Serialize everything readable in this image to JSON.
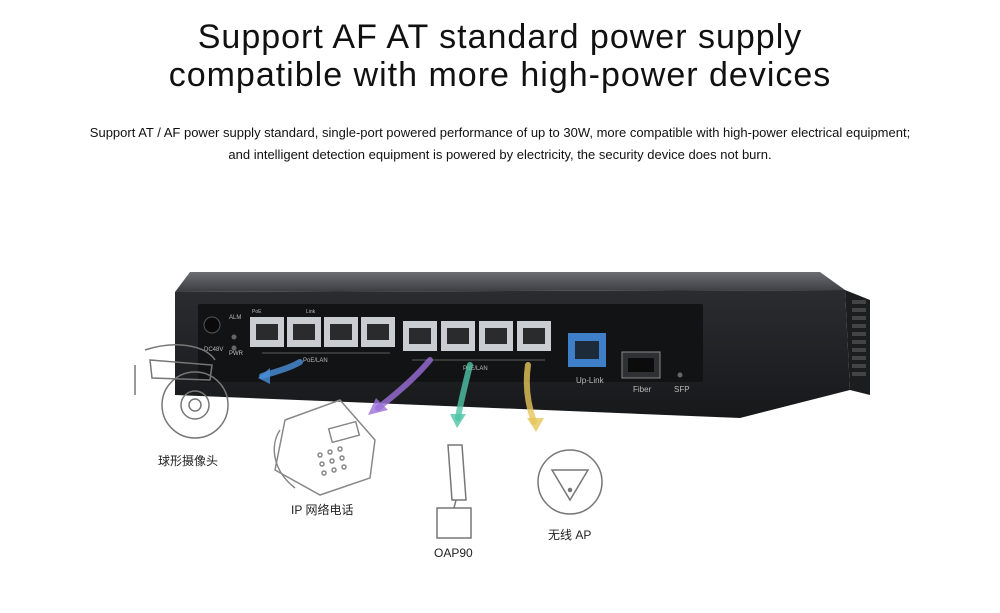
{
  "heading": {
    "line1": "Support AF AT standard power supply",
    "line2": "compatible with more high-power devices"
  },
  "description": {
    "line1": "Support AT / AF power supply standard, single-port powered performance of up to 30W, more compatible with high-power electrical equipment;",
    "line2": "and intelligent detection equipment is powered by electricity, the security device does not burn."
  },
  "switch_labels": {
    "dc": "DC48V",
    "alm": "ALM",
    "pwr": "PWR",
    "poe": "PoE",
    "link": "Link",
    "poe_lan_1": "PoE/LAN",
    "poe_lan_2": "PoE/LAN",
    "uplink": "Up-Link",
    "fiber": "Fiber",
    "sfp": "SFP"
  },
  "devices": {
    "dome_camera": "球形摄像头",
    "ip_phone": "IP 网络电话",
    "outdoor_ap": "OAP90",
    "wireless_ap": "无线 AP"
  },
  "colors": {
    "arrow_blue": "#4a90d9",
    "arrow_purple": "#9b6fd8",
    "arrow_teal": "#4fc3a6",
    "arrow_yellow": "#e6c55a",
    "chassis": "#2b2d30"
  }
}
